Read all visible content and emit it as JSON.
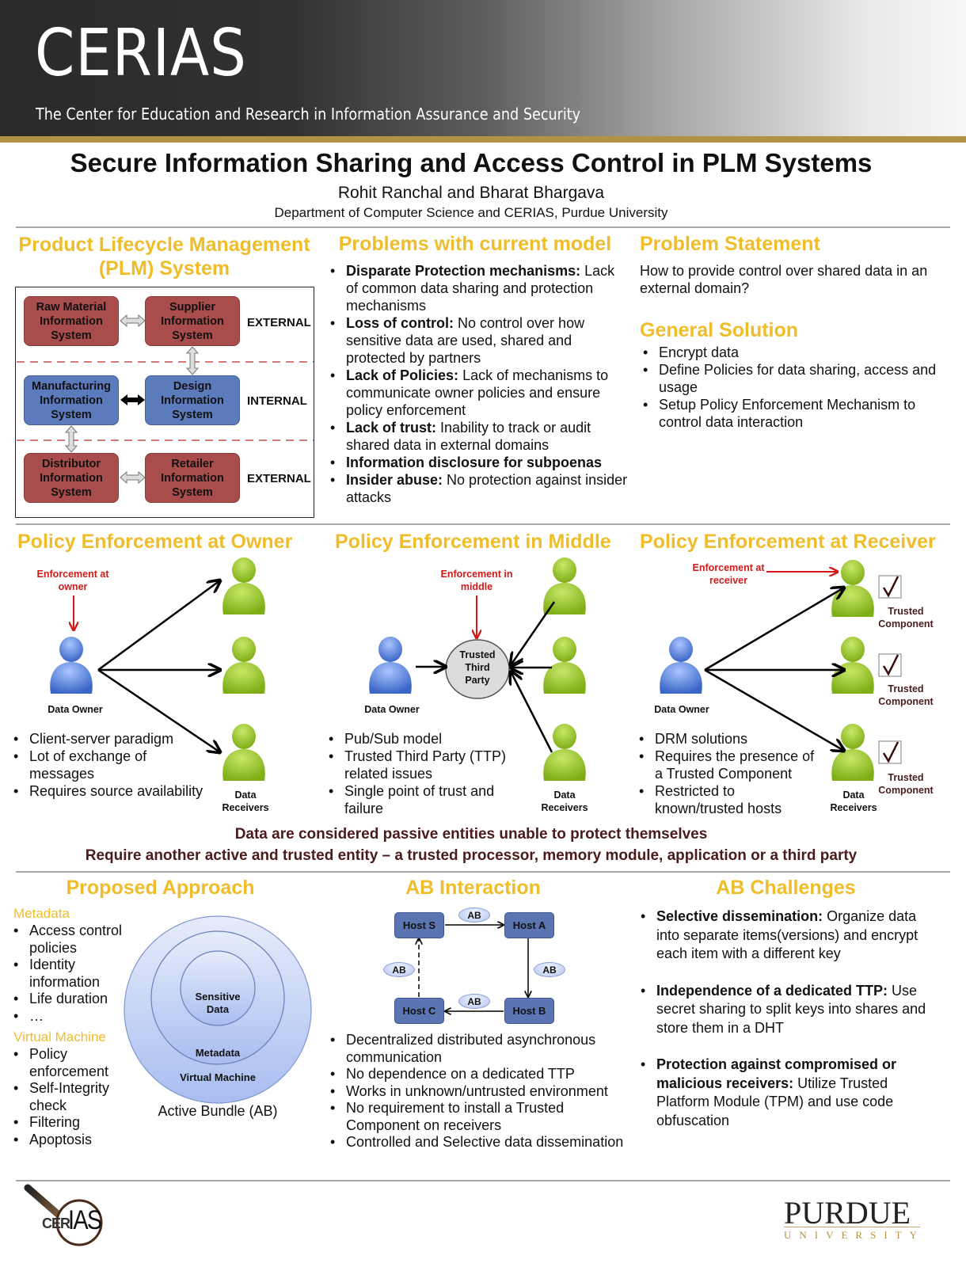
{
  "header": {
    "brand": "CERIAS",
    "tagline": "The Center for Education and Research in Information Assurance and Security"
  },
  "title": "Secure Information Sharing and Access Control in PLM Systems",
  "authors": "Rohit Ranchal and Bharat Bhargava",
  "department": "Department of Computer Science and CERIAS, Purdue University",
  "plm": {
    "heading_line1": "Product Lifecycle Management",
    "heading_line2": "(PLM) System",
    "boxes": {
      "raw": "Raw Material Information System",
      "supplier": "Supplier Information System",
      "manufacturing": "Manufacturing Information System",
      "design": "Design Information System",
      "distributor": "Distributor Information System",
      "retailer": "Retailer Information System"
    },
    "zones": [
      "EXTERNAL",
      "INTERNAL",
      "EXTERNAL"
    ],
    "colors": {
      "external": "#a84d4b",
      "internal": "#5b7bbd",
      "divider": "#c0504d"
    }
  },
  "problems": {
    "heading": "Problems with current model",
    "items": [
      {
        "bold": "Disparate Protection mechanisms:",
        "text": " Lack of common data sharing and protection mechanisms"
      },
      {
        "bold": "Loss of control:",
        "text": " No control over how sensitive data are used, shared and protected by partners"
      },
      {
        "bold": "Lack of Policies:",
        "text": " Lack of mechanisms to communicate owner policies and ensure policy enforcement"
      },
      {
        "bold": "Lack of trust:",
        "text": " Inability to track or audit shared data in external domains"
      },
      {
        "bold": "Information disclosure for subpoenas",
        "text": ""
      },
      {
        "bold": "Insider abuse:",
        "text": " No protection against insider attacks"
      }
    ]
  },
  "problem_statement": {
    "heading": "Problem Statement",
    "text": "How to provide control over shared data in an external domain?"
  },
  "general_solution": {
    "heading": "General Solution",
    "items": [
      "Encrypt data",
      "Define Policies for data sharing, access and usage",
      "Setup Policy Enforcement Mechanism to control data interaction"
    ]
  },
  "pe_owner": {
    "heading": "Policy Enforcement at Owner",
    "enforcement_label": "Enforcement at owner",
    "owner_label": "Data Owner",
    "receivers_label": "Data Receivers",
    "items": [
      "Client-server paradigm",
      "Lot of exchange of messages",
      "Requires source availability"
    ]
  },
  "pe_middle": {
    "heading": "Policy Enforcement in Middle",
    "enforcement_label": "Enforcement in middle",
    "ttp_label": "Trusted Third Party",
    "owner_label": "Data Owner",
    "receivers_label": "Data Receivers",
    "items": [
      "Pub/Sub model",
      "Trusted Third Party (TTP) related issues",
      "Single point of trust and failure"
    ]
  },
  "pe_receiver": {
    "heading": "Policy Enforcement at Receiver",
    "enforcement_label": "Enforcement at receiver",
    "owner_label": "Data Owner",
    "receivers_label": "Data Receivers",
    "trusted_component_label": "Trusted Component",
    "items": [
      "DRM solutions",
      "Requires the presence of a Trusted Component",
      "Restricted to known/trusted hosts"
    ]
  },
  "notes": {
    "line1": "Data are considered passive entities unable to protect themselves",
    "line2": "Require another active and trusted entity – a trusted processor, memory module, application or a third party"
  },
  "proposed": {
    "heading": "Proposed Approach",
    "metadata_heading": "Metadata",
    "metadata_items": [
      "Access control policies",
      "Identity information",
      "Life duration",
      "…"
    ],
    "vm_heading": "Virtual Machine",
    "vm_items": [
      "Policy enforcement",
      "Self-Integrity check",
      "Filtering",
      "Apoptosis"
    ],
    "rings": {
      "inner": "Sensitive Data",
      "middle": "Metadata",
      "outer": "Virtual Machine"
    },
    "caption": "Active Bundle (AB)"
  },
  "ab_interaction": {
    "heading": "AB Interaction",
    "hosts": {
      "s": "Host S",
      "a": "Host A",
      "b": "Host B",
      "c": "Host C"
    },
    "token": "AB",
    "items": [
      "Decentralized distributed asynchronous communication",
      "No dependence on a dedicated TTP",
      "Works in unknown/untrusted environment",
      "No requirement to install a Trusted Component on receivers",
      "Controlled and Selective data dissemination"
    ]
  },
  "ab_challenges": {
    "heading": "AB Challenges",
    "items": [
      {
        "bold": "Selective dissemination:",
        "text": " Organize data into separate items(versions) and encrypt each item with a different key"
      },
      {
        "bold": "Independence of a dedicated TTP:",
        "text": " Use secret sharing to split keys into shares and store them in a DHT"
      },
      {
        "bold": "Protection against compromised or malicious receivers:",
        "text": " Utilize Trusted Platform Module (TPM) and use code obfuscation"
      }
    ]
  },
  "footer": {
    "cerias_logo_left": "CER",
    "cerias_logo_right": "IAS",
    "purdue": "PURDUE",
    "university": "UNIVERSITY"
  }
}
